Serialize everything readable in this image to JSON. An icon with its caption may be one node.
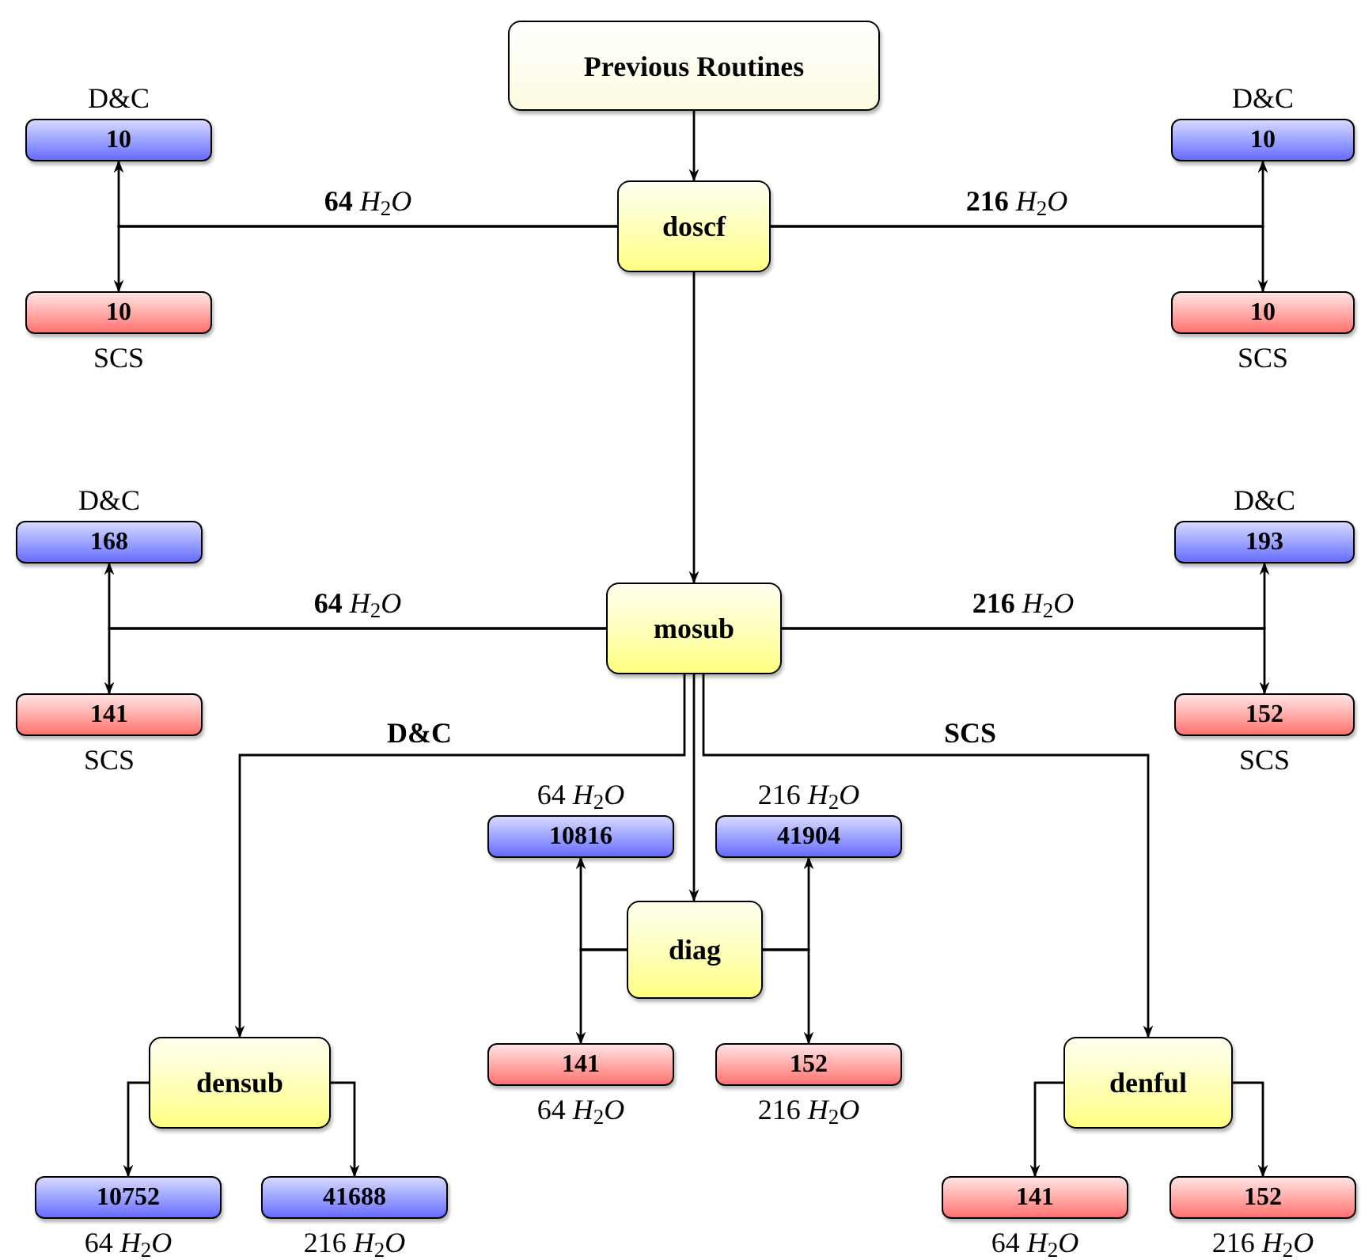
{
  "diagram": {
    "nodes": [
      {
        "text": [
          "Previous Routines"
        ]
      },
      {
        "text": [
          "doscf"
        ]
      },
      {
        "text": [
          "10"
        ],
        "beside": [
          "D&C"
        ]
      },
      {
        "text": [
          "10"
        ],
        "beside": [
          "SCS"
        ]
      },
      {
        "text": [
          "10"
        ],
        "beside": [
          "D&C"
        ]
      },
      {
        "text": [
          "10"
        ],
        "beside": [
          "SCS"
        ]
      },
      {
        "text": [
          "mosub"
        ]
      },
      {
        "text": [
          "168"
        ],
        "beside": [
          "D&C"
        ]
      },
      {
        "text": [
          "141"
        ],
        "beside": [
          "SCS"
        ]
      },
      {
        "text": [
          "193"
        ],
        "beside": [
          "D&C"
        ]
      },
      {
        "text": [
          "152"
        ],
        "beside": [
          "SCS"
        ]
      },
      {
        "text": [
          "diag"
        ]
      },
      {
        "text": [
          "10816"
        ],
        "beside": [
          "64 *H*$_{2}$*O*"
        ]
      },
      {
        "text": [
          "41904"
        ],
        "beside": [
          "216 *H*$_{2}$*O*"
        ]
      },
      {
        "text": [
          "141"
        ],
        "beside": [
          "64 *H*$_{2}$*O*"
        ]
      },
      {
        "text": [
          "152"
        ],
        "beside": [
          "216 *H*$_{2}$*O*"
        ]
      },
      {
        "text": [
          "densub"
        ]
      },
      {
        "text": [
          "10752"
        ],
        "beside": [
          "64 *H*$_{2}$*O*"
        ]
      },
      {
        "text": [
          "41688"
        ],
        "beside": [
          "216 *H*$_{2}$*O*"
        ]
      },
      {
        "text": [
          "denful"
        ]
      },
      {
        "text": [
          "141"
        ],
        "beside": [
          "64 *H*$_{2}$*O*"
        ]
      },
      {
        "text": [
          "152"
        ],
        "beside": [
          "216 *H*$_{2}$*O*"
        ]
      }
    ],
    "edges": [
      {
        "from": 0,
        "to": 1,
        "arrow": "to"
      },
      {
        "from": 1,
        "to": 6,
        "arrow": "to"
      },
      {
        "from": 1,
        "to": 2,
        "arrow": "to",
        "label": "**64** *H*$_{2}$*O*"
      },
      {
        "from": 1,
        "to": 3,
        "arrow": "to"
      },
      {
        "from": 1,
        "to": 4,
        "arrow": "to",
        "label": "**216** *H*$_{2}$*O*"
      },
      {
        "from": 1,
        "to": 5,
        "arrow": "to"
      },
      {
        "from": 6,
        "to": 7,
        "arrow": "to",
        "label": "**64** *H*$_{2}$*O*"
      },
      {
        "from": 6,
        "to": 8,
        "arrow": "to"
      },
      {
        "from": 6,
        "to": 9,
        "arrow": "to",
        "label": "**216** *H*$_{2}$*O*"
      },
      {
        "from": 6,
        "to": 10,
        "arrow": "to"
      },
      {
        "from": 6,
        "to": 16,
        "arrow": "to",
        "label": "D&C"
      },
      {
        "from": 6,
        "to": 11,
        "arrow": "to"
      },
      {
        "from": 6,
        "to": 19,
        "arrow": "to",
        "label": "SCS"
      },
      {
        "from": 11,
        "to": 12,
        "arrow": "to"
      },
      {
        "from": 11,
        "to": 14,
        "arrow": "to"
      },
      {
        "from": 11,
        "to": 13,
        "arrow": "to"
      },
      {
        "from": 11,
        "to": 15,
        "arrow": "to"
      },
      {
        "from": 16,
        "to": 17,
        "arrow": "to"
      },
      {
        "from": 16,
        "to": 18,
        "arrow": "to"
      },
      {
        "from": 19,
        "to": 20,
        "arrow": "to"
      },
      {
        "from": 19,
        "to": 21,
        "arrow": "to"
      }
    ]
  }
}
